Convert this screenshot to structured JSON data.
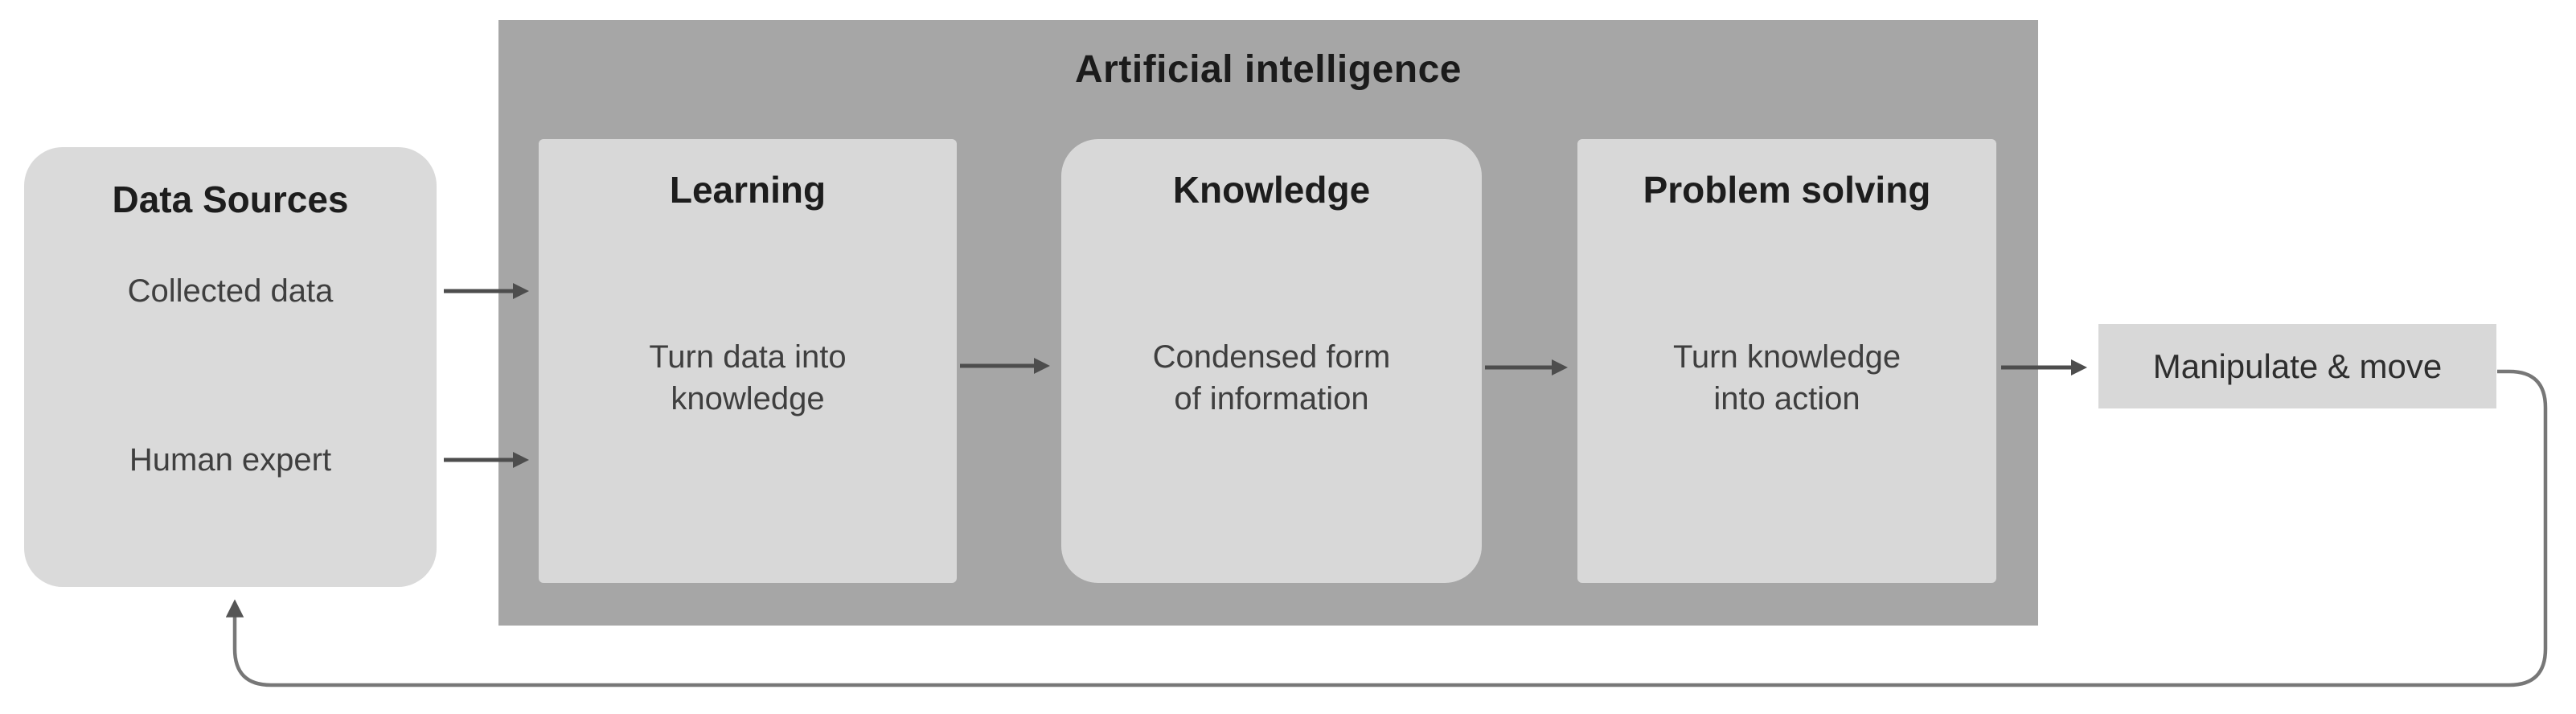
{
  "diagram": {
    "title": "Artificial intelligence",
    "data_sources": {
      "title": "Data Sources",
      "items": [
        "Collected data",
        "Human expert"
      ]
    },
    "ai_stages": [
      {
        "title": "Learning",
        "description": [
          "Turn data into",
          "knowledge"
        ]
      },
      {
        "title": "Knowledge",
        "description": [
          "Condensed form",
          "of information"
        ]
      },
      {
        "title": "Problem solving",
        "description": [
          "Turn knowledge",
          "into action"
        ]
      }
    ],
    "output": {
      "label": "Manipulate & move"
    },
    "connectors": [
      "collected-data-to-learning",
      "human-expert-to-learning",
      "learning-to-knowledge",
      "knowledge-to-problem-solving",
      "problem-solving-to-output",
      "output-feedback-to-data-sources"
    ],
    "colors": {
      "background": "#ffffff",
      "ai_container_fill": "#a6a6a6",
      "stage_box_fill": "#d8d8d8",
      "data_sources_fill": "#dadada",
      "title_text": "#1b1b1b",
      "body_text": "#3f3f3f",
      "arrow": "#4d4d4d",
      "feedback_line": "#777777"
    }
  }
}
